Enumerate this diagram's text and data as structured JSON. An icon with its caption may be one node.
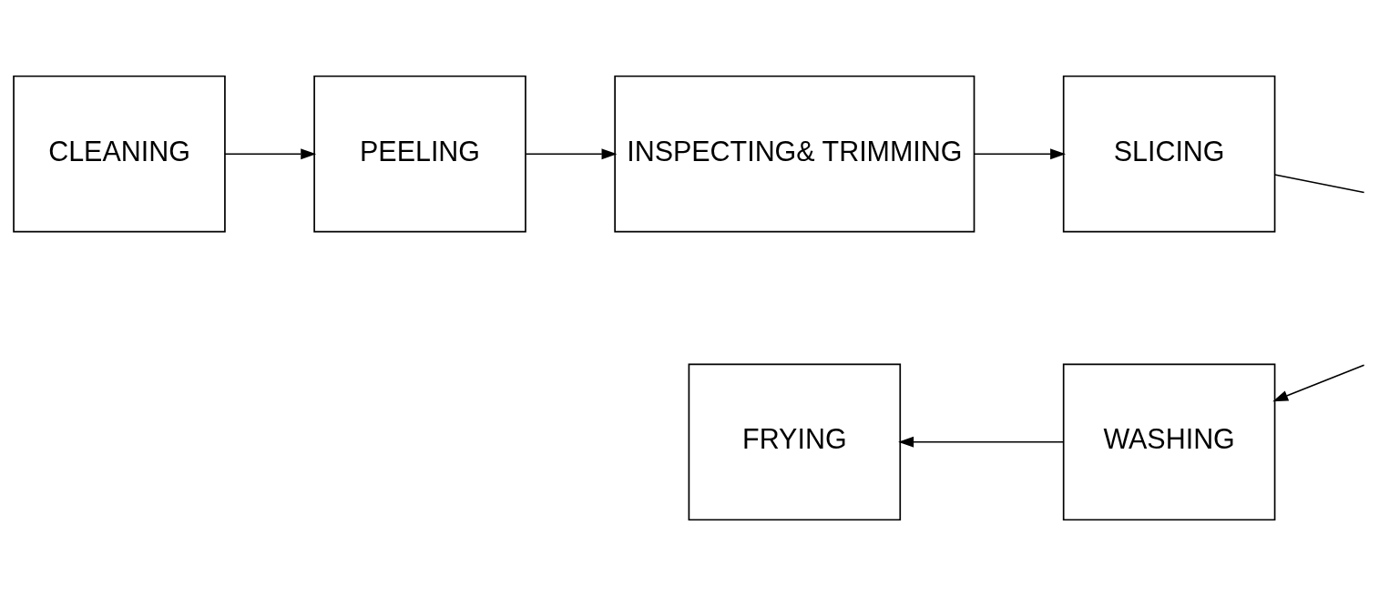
{
  "diagram": {
    "nodes": [
      {
        "text": [
          "CLEANING"
        ]
      },
      {
        "text": [
          "PEELING"
        ]
      },
      {
        "text": [
          "INSPECTING& TRIMMING"
        ]
      },
      {
        "text": [
          "SLICING"
        ]
      },
      {
        "text": [
          "FRYING"
        ]
      },
      {
        "text": [
          "WASHING"
        ]
      }
    ],
    "edges": [
      {
        "from": 0,
        "to": 1,
        "arrow": "to"
      },
      {
        "from": 1,
        "to": 2,
        "arrow": "to"
      },
      {
        "from": 2,
        "to": 3,
        "arrow": "to"
      },
      {
        "from": 3,
        "to": null,
        "arrow": "none"
      },
      {
        "from": null,
        "to": 5,
        "arrow": "to"
      },
      {
        "from": 5,
        "to": 4,
        "arrow": "to"
      }
    ]
  }
}
